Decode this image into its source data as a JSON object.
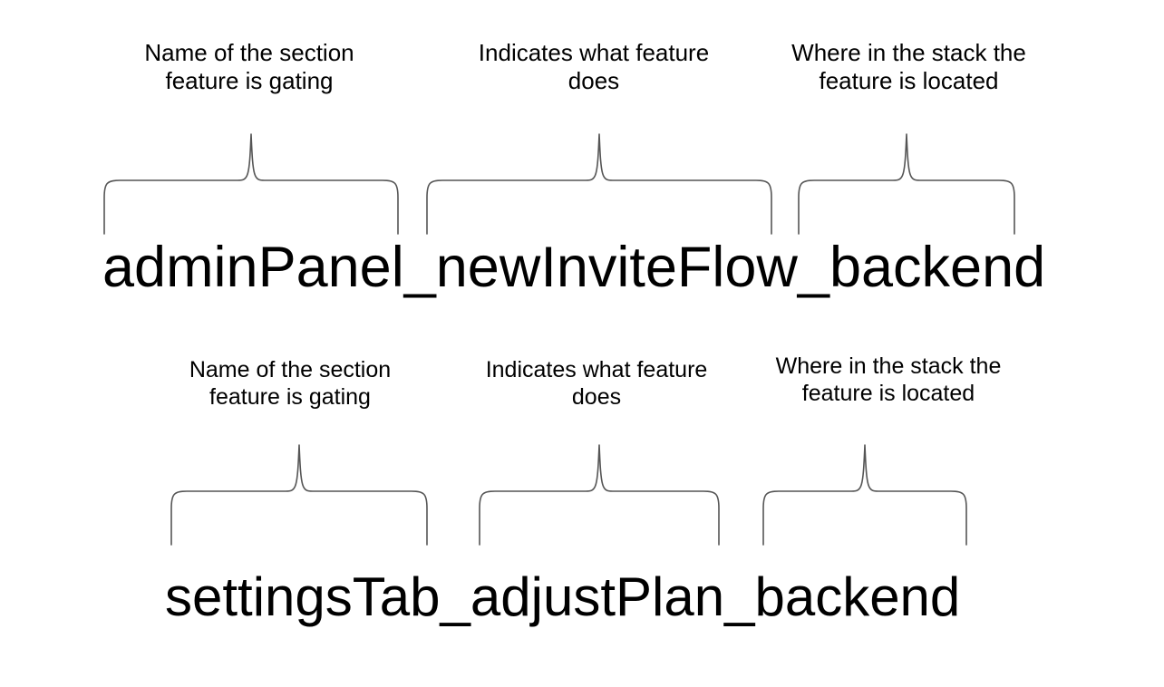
{
  "page": {
    "background_color": "#ffffff",
    "text_color": "#000000",
    "brace_color": "#555555"
  },
  "rows": [
    {
      "flag_name": "adminPanel_newInviteFlow_backend",
      "segments": [
        {
          "token": "adminPanel",
          "caption": "Name of the section\nfeature is gating"
        },
        {
          "token": "newInviteFlow",
          "caption": "Indicates what feature\ndoes"
        },
        {
          "token": "backend",
          "caption": "Where in the stack the\nfeature is located"
        }
      ]
    },
    {
      "flag_name": "settingsTab_adjustPlan_backend",
      "segments": [
        {
          "token": "settingsTab",
          "caption": "Name of the section\nfeature is gating"
        },
        {
          "token": "adjustPlan",
          "caption": "Indicates what feature\ndoes"
        },
        {
          "token": "backend",
          "caption": "Where in the stack the\nfeature is located"
        }
      ]
    }
  ]
}
